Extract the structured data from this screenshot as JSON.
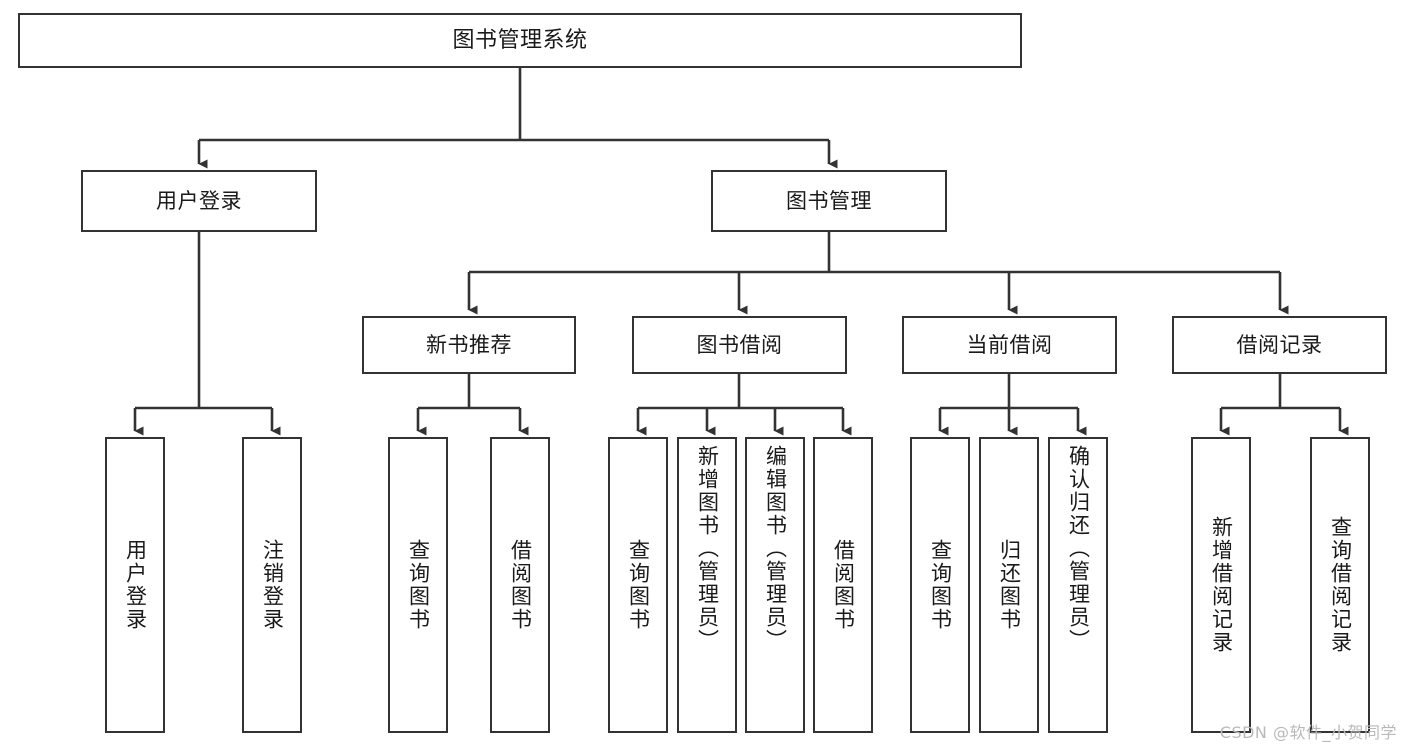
{
  "diagram": {
    "title": "图书管理系统",
    "watermark": "CSDN @软件_小贺同学",
    "levels": {
      "root": {
        "label": "图书管理系统"
      },
      "level2": [
        {
          "label": "用户登录"
        },
        {
          "label": "图书管理"
        }
      ],
      "level3": [
        {
          "label": "新书推荐"
        },
        {
          "label": "图书借阅"
        },
        {
          "label": "当前借阅"
        },
        {
          "label": "借阅记录"
        }
      ],
      "leaves": [
        {
          "label": "用户登录",
          "parent": "用户登录"
        },
        {
          "label": "注销登录",
          "parent": "用户登录"
        },
        {
          "label": "查询图书",
          "parent": "新书推荐"
        },
        {
          "label": "借阅图书",
          "parent": "新书推荐"
        },
        {
          "label": "查询图书",
          "parent": "图书借阅"
        },
        {
          "label": "新增图书（管理员）",
          "parent": "图书借阅"
        },
        {
          "label": "编辑图书（管理员）",
          "parent": "图书借阅"
        },
        {
          "label": "借阅图书",
          "parent": "图书借阅"
        },
        {
          "label": "查询图书",
          "parent": "当前借阅"
        },
        {
          "label": "归还图书",
          "parent": "当前借阅"
        },
        {
          "label": "确认归还（管理员）",
          "parent": "当前借阅"
        },
        {
          "label": "新增借阅记录",
          "parent": "借阅记录"
        },
        {
          "label": "查询借阅记录",
          "parent": "借阅记录"
        }
      ]
    },
    "colors": {
      "stroke": "#333333",
      "fill": "#ffffff",
      "text": "#1a1a1a",
      "watermark": "#b9b9b9"
    }
  }
}
